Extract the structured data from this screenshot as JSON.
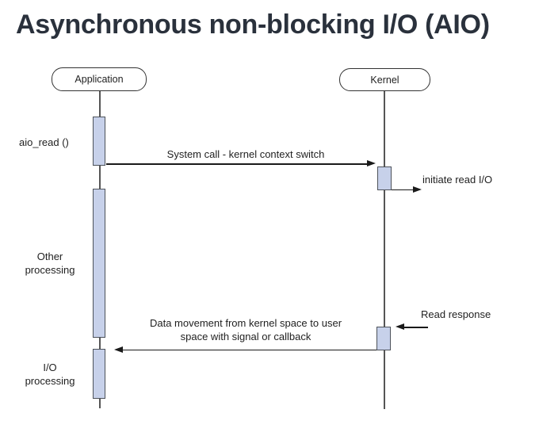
{
  "title": "Asynchronous non-blocking I/O (AIO)",
  "actors": {
    "application": "Application",
    "kernel": "Kernel"
  },
  "side_labels": {
    "aio_read": "aio_read ()",
    "other_processing": [
      "Other",
      "processing"
    ],
    "io_processing": [
      "I/O",
      "processing"
    ]
  },
  "messages": {
    "system_call": "System call - kernel context switch",
    "initiate_read": "initiate read I/O",
    "read_response": "Read response",
    "data_movement": [
      "Data movement from kernel space to user",
      "space with signal or callback"
    ]
  },
  "colors": {
    "activation_fill": "#c7d1ea",
    "activation_border": "#4d525a",
    "lifeline": "#555555",
    "arrow": "#1a1a1a",
    "title_text": "#2a313c",
    "label_text": "#1f1f1f"
  }
}
